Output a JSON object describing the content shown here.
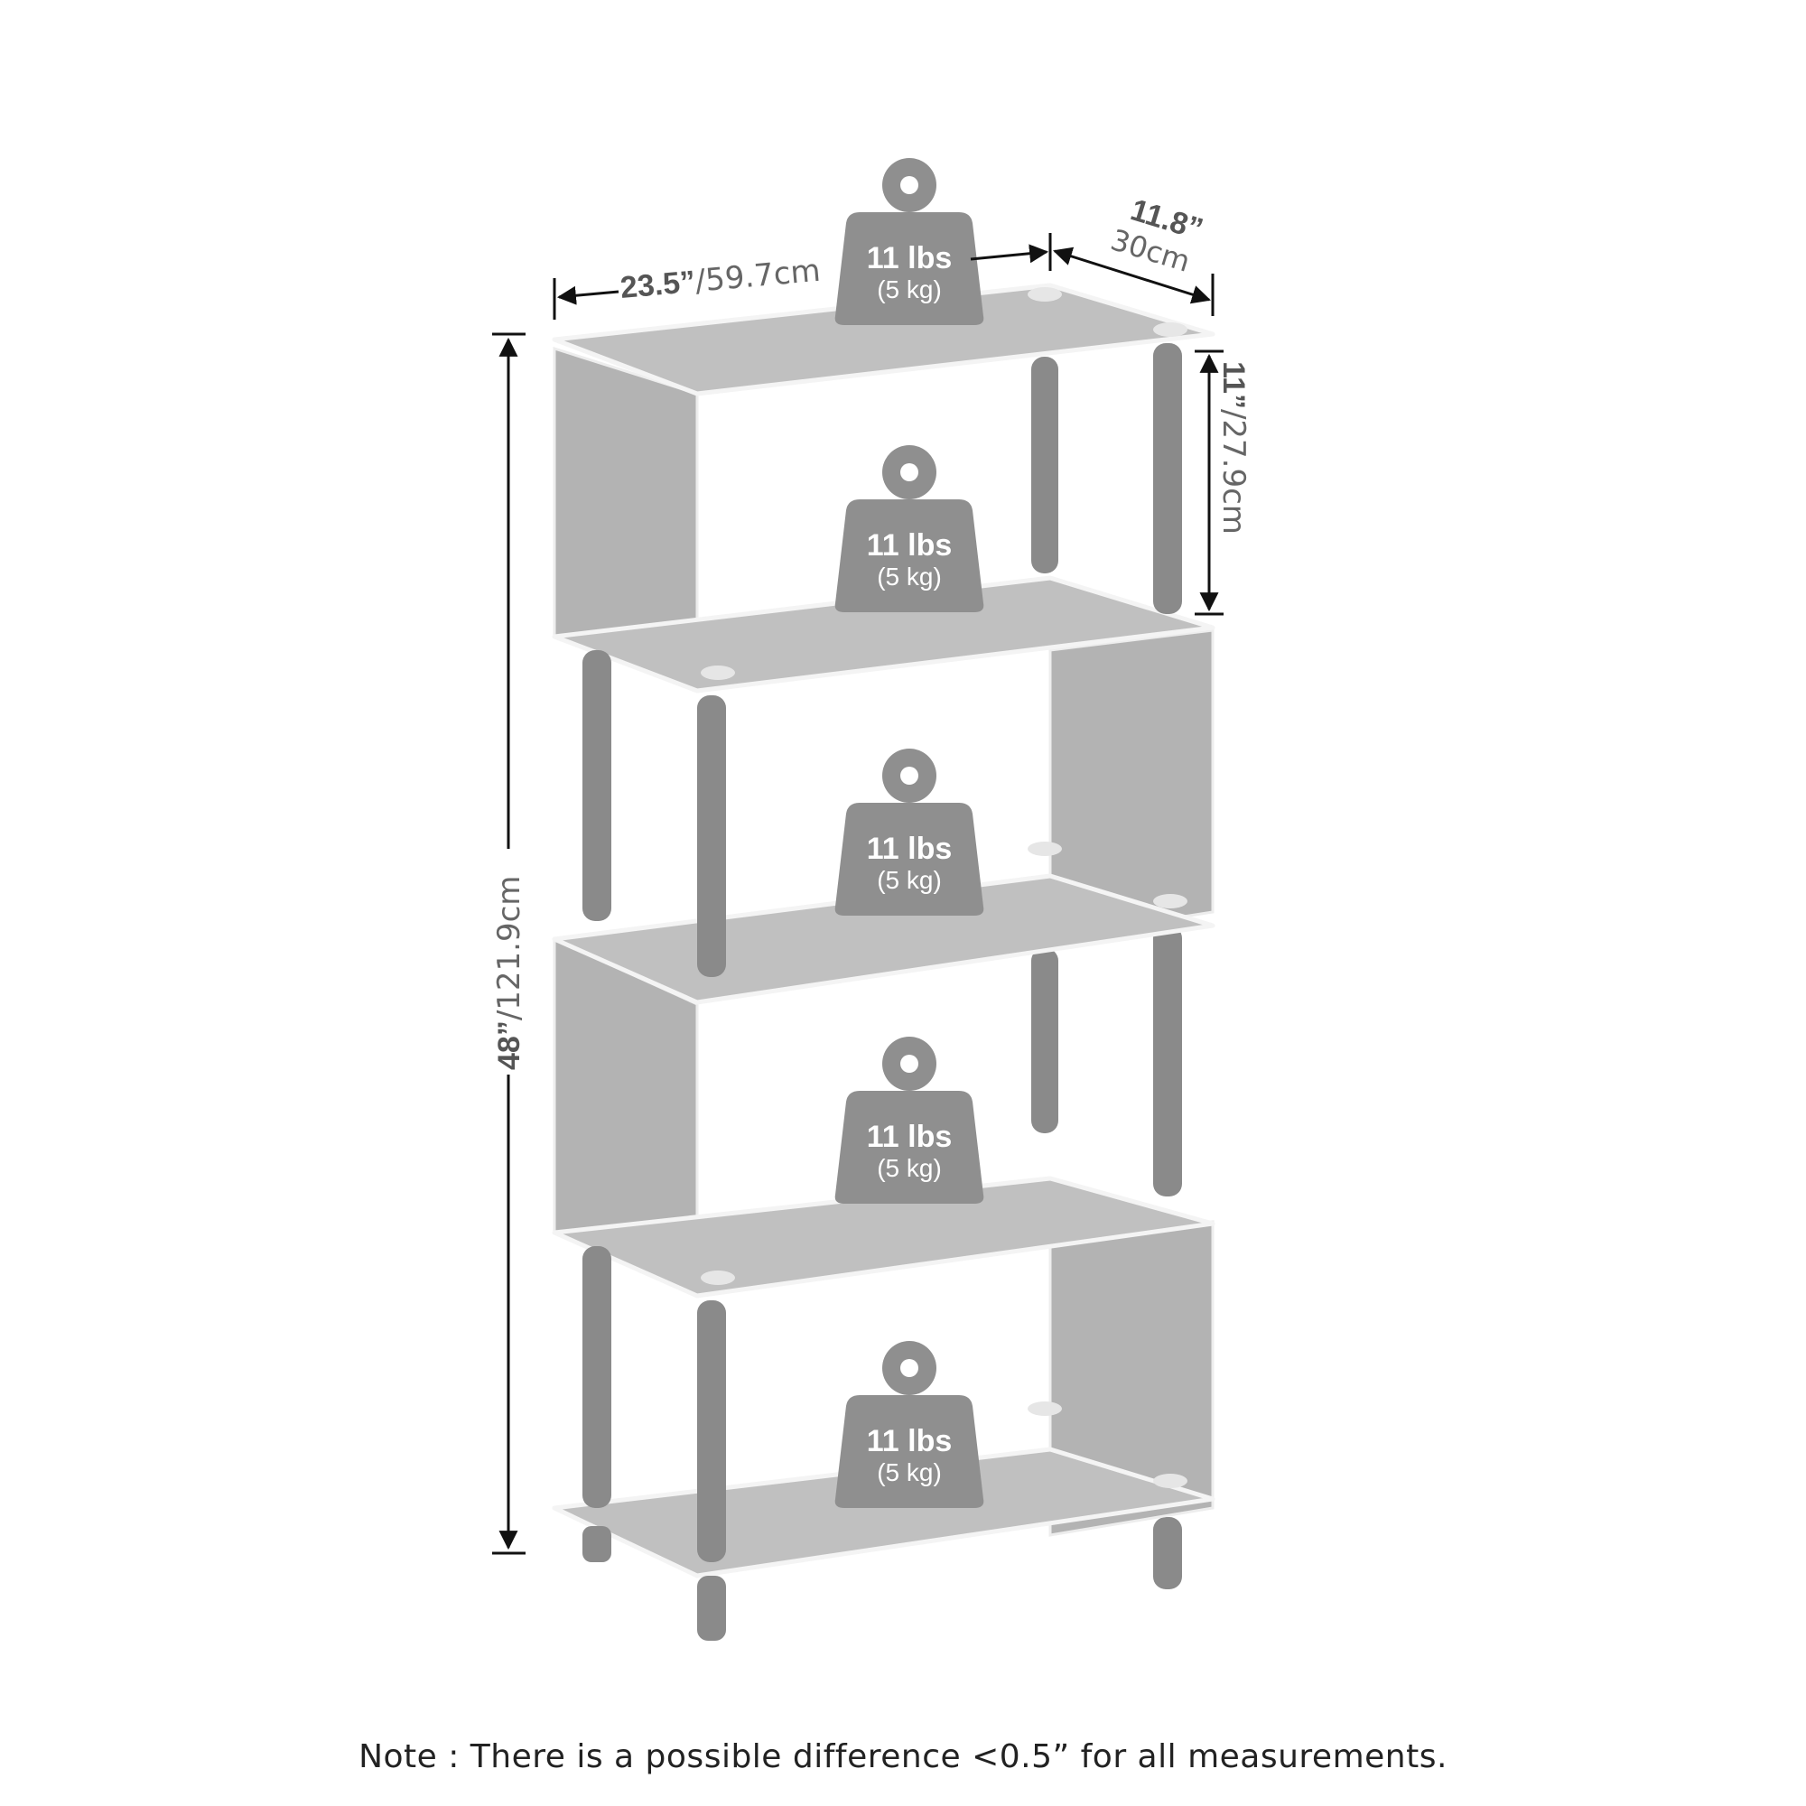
{
  "dimensions": {
    "width_in": "23.5”",
    "width_cm": "/59.7cm",
    "depth_in": "11.8”",
    "depth_cm": "30cm",
    "shelf_in": "11”",
    "shelf_cm": "/27.9cm",
    "height_in": "48”",
    "height_cm": "/121.9cm"
  },
  "weight_badges": [
    {
      "lbs": "11 lbs",
      "kg": "(5 kg)"
    },
    {
      "lbs": "11 lbs",
      "kg": "(5 kg)"
    },
    {
      "lbs": "11 lbs",
      "kg": "(5 kg)"
    },
    {
      "lbs": "11 lbs",
      "kg": "(5 kg)"
    },
    {
      "lbs": "11 lbs",
      "kg": "(5 kg)"
    }
  ],
  "note": "Note : There is a possible difference <0.5” for all measurements.",
  "colors": {
    "panel": "#bdbdbd",
    "panel_side": "#a9a9a9",
    "edge": "#f2f2f2",
    "post": "#8a8a8a",
    "weight": "#8f8f8f",
    "arrow": "#111111"
  }
}
